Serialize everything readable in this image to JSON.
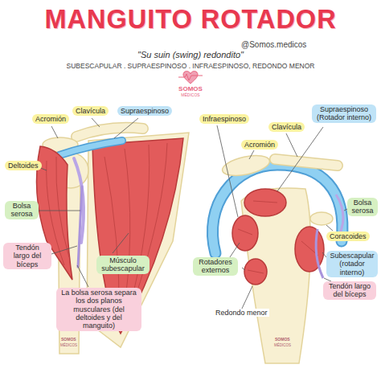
{
  "diagram": {
    "title": "MANGUITO ROTADOR",
    "nodes": [
      {
        "text": [
          "Acromión"
        ]
      },
      {
        "text": [
          "Clavícula"
        ]
      },
      {
        "text": [
          "Supraespinoso"
        ]
      },
      {
        "text": [
          "Deltoides"
        ]
      },
      {
        "text": [
          "Bolsa serosa"
        ]
      },
      {
        "text": [
          "Tendón largo del bíceps"
        ]
      },
      {
        "text": [
          "Músculo subescapular"
        ]
      },
      {
        "text": [
          "La bolsa serosa separa los dos planos musculares (del deltoides y del manguito)"
        ]
      },
      {
        "text": [
          "Acromión"
        ]
      },
      {
        "text": [
          "Clavícula"
        ]
      },
      {
        "text": [
          "Supraespinoso (Rotador interno)"
        ]
      },
      {
        "text": [
          "Infraespinoso"
        ]
      },
      {
        "text": [
          "Bolsa serosa"
        ]
      },
      {
        "text": [
          "Coracoides"
        ]
      },
      {
        "text": [
          "Subescapular (rotador interno)"
        ]
      },
      {
        "text": [
          "Tendón largo del bíceps"
        ]
      },
      {
        "text": [
          "Rotadores externos"
        ]
      }
    ],
    "labels": [
      "@Somos.medicos",
      "\"Su suin (swing) redondito\"",
      "SUBESCAPULAR . SUPRAESPINOSO . INFRAESPINOSO, REDONDO MENOR",
      "SOMOS",
      "MÉDICOS",
      "Redondo menor",
      "SOMOS",
      "MÉDICOS",
      "SOMOS",
      "MÉDICOS"
    ]
  }
}
